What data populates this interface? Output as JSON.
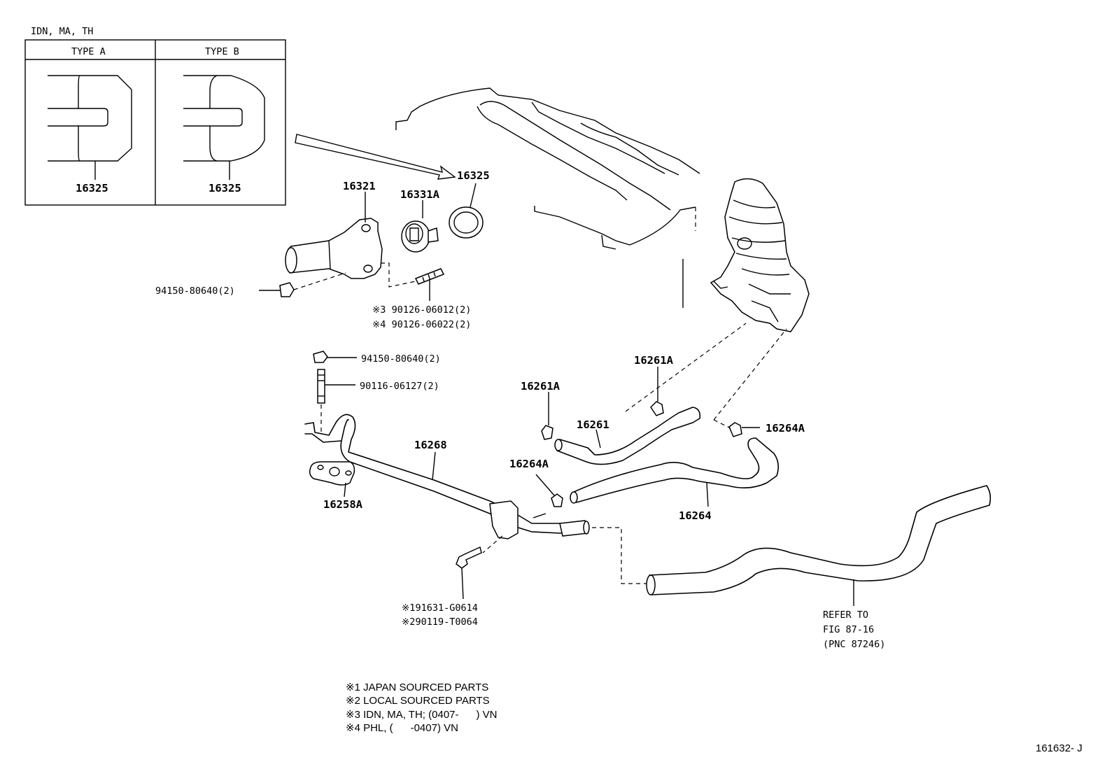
{
  "inset": {
    "caption": "IDN, MA, TH",
    "type_a_label": "TYPE A",
    "type_b_label": "TYPE B",
    "type_a_part": "16325",
    "type_b_part": "16325"
  },
  "callouts": {
    "p16321": "16321",
    "p16331a": "16331A",
    "p16325": "16325",
    "nut_top": "94150-80640(2)",
    "stud_top_1": "※3 90126-06012(2)",
    "stud_top_2": "※4 90126-06022(2)",
    "nut_pipe": "94150-80640(2)",
    "stud_pipe": "90116-06127(2)",
    "p16261a_left": "16261A",
    "p16261a_right": "16261A",
    "p16261": "16261",
    "p16264a_right": "16264A",
    "p16268": "16268",
    "p16264a_mid": "16264A",
    "p16258a": "16258A",
    "p16264": "16264",
    "bolt_1": "※191631-G0614",
    "bolt_2": "※290119-T0064",
    "refer_1": "REFER TO",
    "refer_2": "FIG 87-16",
    "refer_3": "(PNC 87246)"
  },
  "notes": [
    "※1 JAPAN SOURCED PARTS",
    "※2 LOCAL SOURCED PARTS",
    "※3 IDN, MA, TH; (0407-      ) VN",
    "※4 PHL, (      -0407) VN"
  ],
  "figure_id": "161632- J"
}
